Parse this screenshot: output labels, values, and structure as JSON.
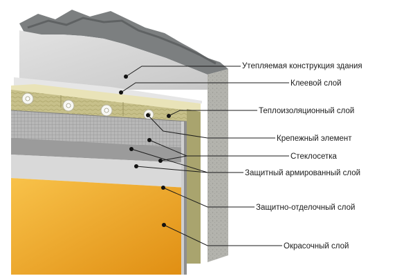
{
  "labels": {
    "structure": "Утепляемая конструкция здания",
    "glue": "Клеевой слой",
    "insulation": "Теплоизоляционный слой",
    "fastener": "Крепежный элемент",
    "mesh": "Стеклосетка",
    "reinforced": "Защитный армированный слой",
    "finish": "Защитно-отделочный слой",
    "paint": "Окрасочный слой"
  },
  "colors": {
    "concrete_face": "#dcdcdc",
    "concrete_side": "#b9b9b3",
    "concrete_top": "#7c7f80",
    "glue": "#e6e6e6",
    "insulation": "#c7c08a",
    "insulation_side": "#a9a46e",
    "mesh": "#b7b7b7",
    "reinforced": "#9b9b9b",
    "finish": "#d9d9d9",
    "paint": "#f0a21d",
    "paint_light": "#f8c24a"
  },
  "icons": [
    "dowel-icon"
  ]
}
